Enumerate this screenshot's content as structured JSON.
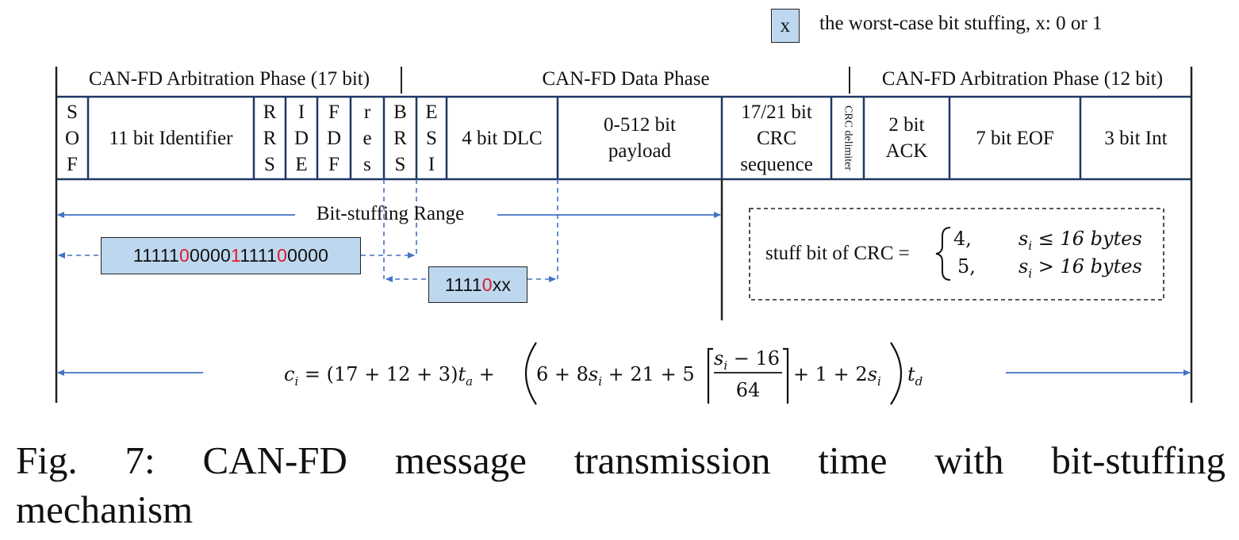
{
  "legend": {
    "box_symbol": "x",
    "text": "the worst-case bit stuffing, x: 0 or 1",
    "box_color": "#bdd7ee"
  },
  "phases": {
    "arbitration_start": "CAN-FD Arbitration Phase (17 bit)",
    "data": "CAN-FD Data Phase",
    "arbitration_end": "CAN-FD Arbitration Phase (12 bit)"
  },
  "fields": {
    "sof": [
      "S",
      "O",
      "F"
    ],
    "identifier": "11 bit Identifier",
    "rrs": [
      "R",
      "R",
      "S"
    ],
    "ide": [
      "I",
      "D",
      "E"
    ],
    "fdf": [
      "F",
      "D",
      "F"
    ],
    "res": [
      "r",
      "e",
      "s"
    ],
    "brs": [
      "B",
      "R",
      "S"
    ],
    "esi": [
      "E",
      "S",
      "I"
    ],
    "dlc": "4 bit DLC",
    "payload": [
      "0-512 bit",
      "payload"
    ],
    "crc": [
      "17/21 bit",
      "CRC",
      "sequence"
    ],
    "crc_delimiter": "CRC delimiter",
    "ack": [
      "2 bit",
      "ACK"
    ],
    "eof": "7 bit EOF",
    "int": "3 bit Int"
  },
  "bit_stuffing": {
    "range_label": "Bit-stuffing Range",
    "sequence_1": [
      {
        "text": "11111",
        "stuff": false
      },
      {
        "text": "0",
        "stuff": true
      },
      {
        "text": "0000",
        "stuff": false
      },
      {
        "text": "1",
        "stuff": true
      },
      {
        "text": "1111",
        "stuff": false
      },
      {
        "text": "0",
        "stuff": true
      },
      {
        "text": "0000",
        "stuff": false
      }
    ],
    "sequence_2": [
      {
        "text": "1111",
        "stuff": false
      },
      {
        "text": "0",
        "stuff": true
      },
      {
        "text": "xx",
        "stuff": false
      }
    ],
    "stuff_bit_color": "#e0182a"
  },
  "crc_stuff": {
    "lhs": "stuff bit of CRC =",
    "case1_value": "4,",
    "case1_cond": "s",
    "case1_sub": "i",
    "case1_rest": " ≤ 16 bytes",
    "case2_value": "5,",
    "case2_cond": "s",
    "case2_sub": "i",
    "case2_rest": " > 16 bytes"
  },
  "equation": {
    "lhs_var": "c",
    "lhs_sub": "i",
    "part1": " = (17 + 12 + 3)",
    "ta_var": "t",
    "ta_sub": "a",
    "part2": " + ",
    "inner1": "6 + 8",
    "si1": "s",
    "si1_sub": "i",
    "inner2": " +  21 + 5",
    "frac_num_var": "s",
    "frac_num_sub": "i",
    "frac_num_rest": " − 16",
    "frac_den": "64",
    "inner3": " + 1 + 2",
    "si2": "s",
    "si2_sub": "i",
    "td_var": "t",
    "td_sub": "d"
  },
  "caption": {
    "line1": "Fig. 7: CAN-FD message transmission time with bit-stuffing",
    "line2": "mechanism"
  },
  "line_color": "#4472c4"
}
